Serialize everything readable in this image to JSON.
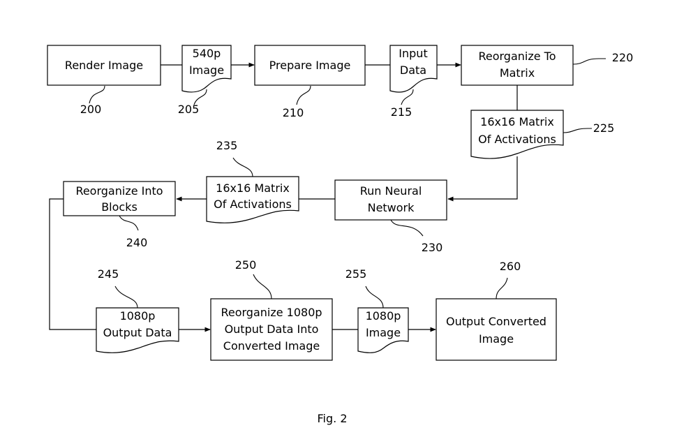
{
  "figure": {
    "caption": "Fig. 2",
    "nodes": {
      "render_image": {
        "lines": [
          "Render Image"
        ],
        "ref": "200"
      },
      "image_540p": {
        "lines": [
          "540p",
          "Image"
        ],
        "ref": "205"
      },
      "prepare_image": {
        "lines": [
          "Prepare Image"
        ],
        "ref": "210"
      },
      "input_data": {
        "lines": [
          "Input",
          "Data"
        ],
        "ref": "215"
      },
      "reorganize_to_matrix": {
        "lines": [
          "Reorganize To",
          "Matrix"
        ],
        "ref": "220"
      },
      "matrix_225": {
        "lines": [
          "16x16 Matrix",
          "Of Activations"
        ],
        "ref": "225"
      },
      "run_neural_network": {
        "lines": [
          "Run Neural",
          "Network"
        ],
        "ref": "230"
      },
      "matrix_235": {
        "lines": [
          "16x16 Matrix",
          "Of Activations"
        ],
        "ref": "235"
      },
      "reorganize_into_blocks": {
        "lines": [
          "Reorganize Into",
          "Blocks"
        ],
        "ref": "240"
      },
      "output_data_1080p": {
        "lines": [
          "1080p",
          "Output Data"
        ],
        "ref": "245"
      },
      "reorganize_1080p": {
        "lines": [
          "Reorganize 1080p",
          "Output Data Into",
          "Converted Image"
        ],
        "ref": "250"
      },
      "image_1080p": {
        "lines": [
          "1080p",
          "Image"
        ],
        "ref": "255"
      },
      "output_converted_image": {
        "lines": [
          "Output Converted",
          "Image"
        ],
        "ref": "260"
      }
    }
  }
}
